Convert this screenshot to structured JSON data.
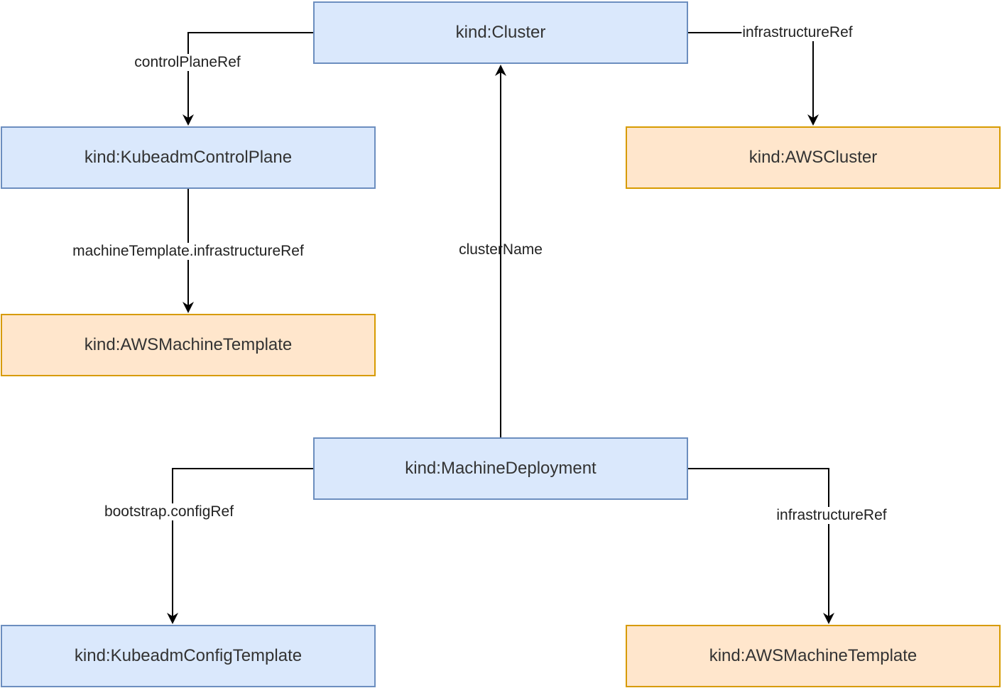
{
  "nodes": {
    "cluster": "kind:Cluster",
    "kubeadm_control_plane": "kind:KubeadmControlPlane",
    "aws_cluster": "kind:AWSCluster",
    "aws_machine_template_cp": "kind:AWSMachineTemplate",
    "machine_deployment": "kind:MachineDeployment",
    "kubeadm_config_template": "kind:KubeadmConfigTemplate",
    "aws_machine_template_md": "kind:AWSMachineTemplate"
  },
  "edges": {
    "control_plane_ref": "controlPlaneRef",
    "infrastructure_ref_cluster": "infrastructureRef",
    "machine_template_infra_ref": "machineTemplate.infrastructureRef",
    "cluster_name": "clusterName",
    "bootstrap_config_ref": "bootstrap.configRef",
    "infrastructure_ref_md": "infrastructureRef"
  },
  "colors": {
    "blue_fill": "#dae8fc",
    "blue_stroke": "#6c8ebf",
    "orange_fill": "#ffe6cc",
    "orange_stroke": "#d79b00",
    "edge_stroke": "#000000"
  }
}
